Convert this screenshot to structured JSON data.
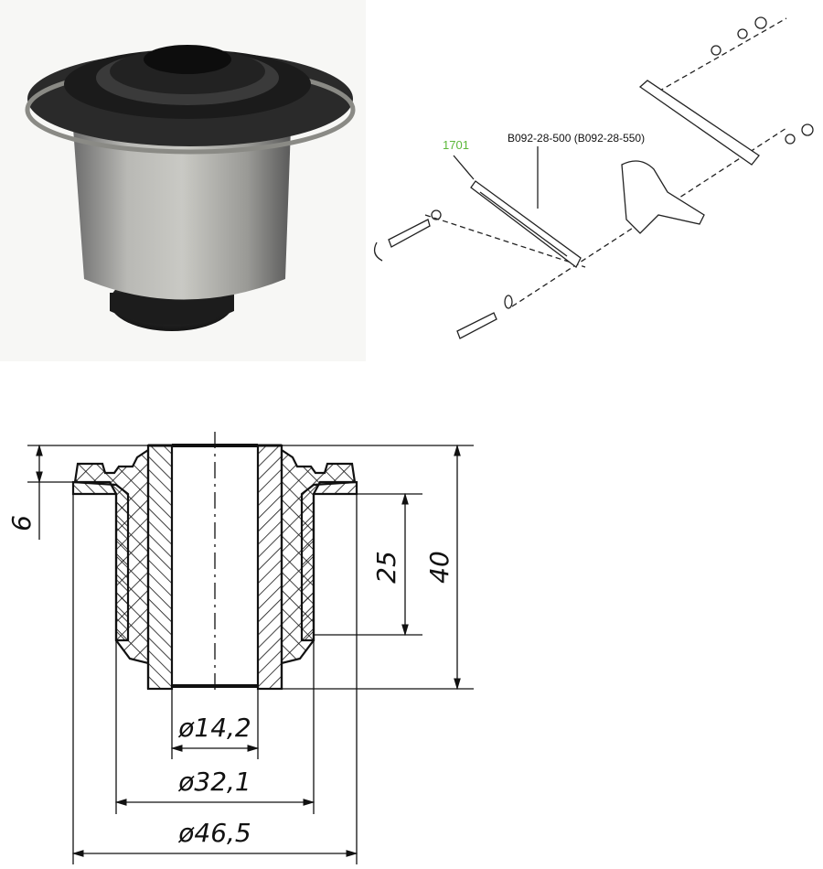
{
  "photo": {
    "subject": "bushing-photo"
  },
  "parts_diagram": {
    "callout_number": "1701",
    "part_number": "B092-28-500 (B092-28-550)",
    "callout_color": "#5cb83a"
  },
  "drawing": {
    "dim_height_flange": "6",
    "dim_sleeve_length": "25",
    "dim_total_height": "40",
    "dim_bore": "ø14,2",
    "dim_sleeve_diameter": "ø32,1",
    "dim_flange_diameter": "ø46,5"
  }
}
